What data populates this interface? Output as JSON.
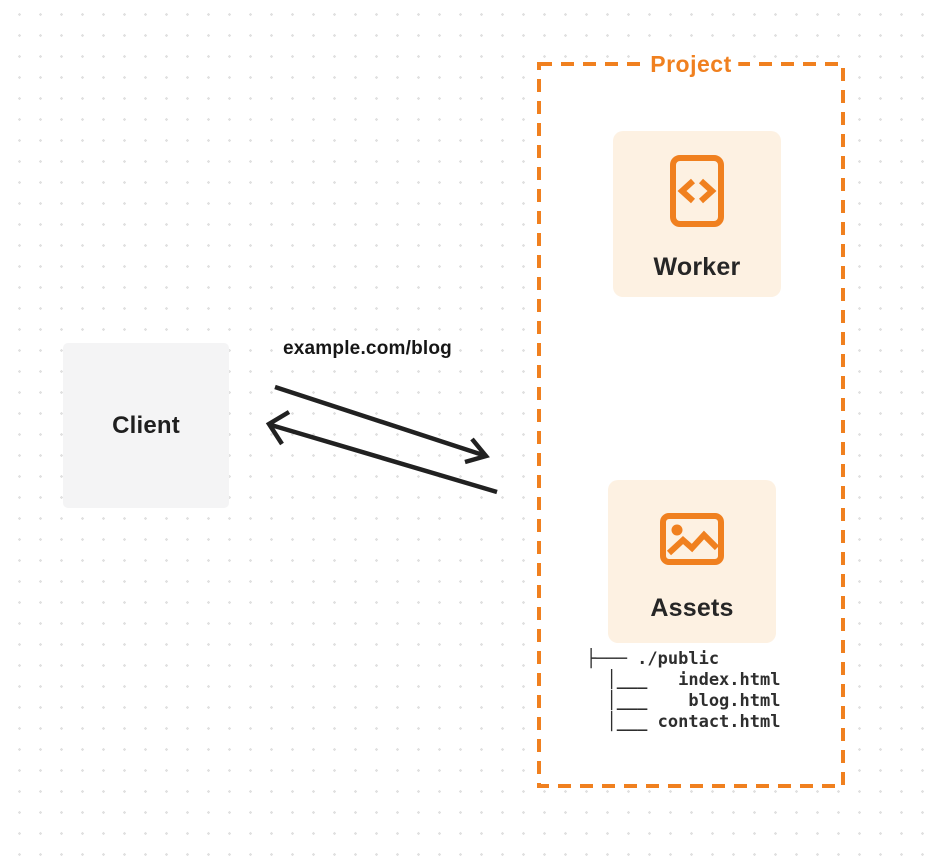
{
  "diagram": {
    "client": {
      "label": "Client"
    },
    "request_label": "example.com/blog",
    "project": {
      "label": "Project",
      "worker": {
        "label": "Worker",
        "icon": "code-file-icon"
      },
      "assets": {
        "label": "Assets",
        "icon": "image-icon",
        "file_tree": {
          "lines": [
            "├─── ./public",
            "  │___   index.html",
            "  │___    blog.html",
            "  │___ contact.html"
          ]
        }
      }
    },
    "colors": {
      "orange": "#f0801f",
      "card_bg": "#fdf1e2",
      "client_bg": "#f4f4f5",
      "arrow": "#212121",
      "dot_grid": "#e1e1e1"
    }
  }
}
